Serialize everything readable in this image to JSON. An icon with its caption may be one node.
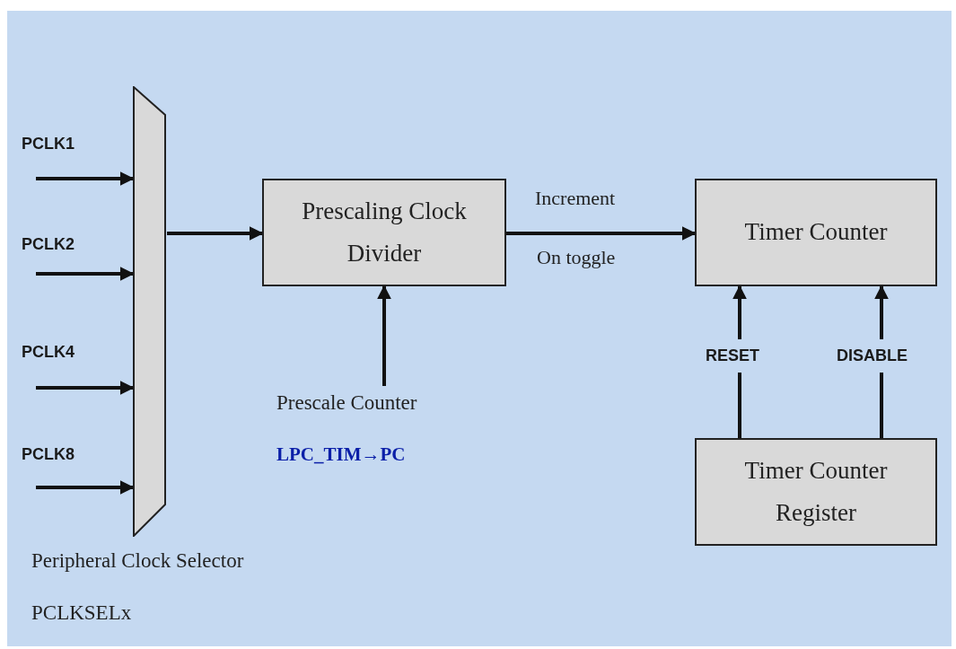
{
  "diagram": {
    "nodes": [
      {
        "text": [],
        "shape": "trapezoid",
        "beside": [
          "Peripheral Clock Selector",
          "PCLKSELx"
        ]
      },
      {
        "text": [
          "Prescaling Clock Divider"
        ]
      },
      {
        "text": [
          "Prescale Counter",
          "LPC_TIM→PC"
        ]
      },
      {
        "text": [
          "Timer Counter"
        ]
      },
      {
        "text": [
          "Timer Counter Register"
        ]
      }
    ],
    "edges": [
      {
        "from": null,
        "to": 0,
        "arrow": "to",
        "label": "PCLK1"
      },
      {
        "from": null,
        "to": 0,
        "arrow": "to",
        "label": "PCLK2"
      },
      {
        "from": null,
        "to": 0,
        "arrow": "to",
        "label": "PCLK4"
      },
      {
        "from": null,
        "to": 0,
        "arrow": "to",
        "label": "PCLK8"
      },
      {
        "from": 0,
        "to": 1,
        "arrow": "to"
      },
      {
        "from": 2,
        "to": 1,
        "arrow": "to"
      },
      {
        "from": 1,
        "to": 3,
        "arrow": "to",
        "label": "Increment"
      },
      {
        "from": 4,
        "to": 3,
        "arrow": "to",
        "label": "RESET"
      },
      {
        "from": 4,
        "to": 3,
        "arrow": "to",
        "label": "DISABLE"
      }
    ],
    "labels": [
      "On toggle"
    ]
  }
}
